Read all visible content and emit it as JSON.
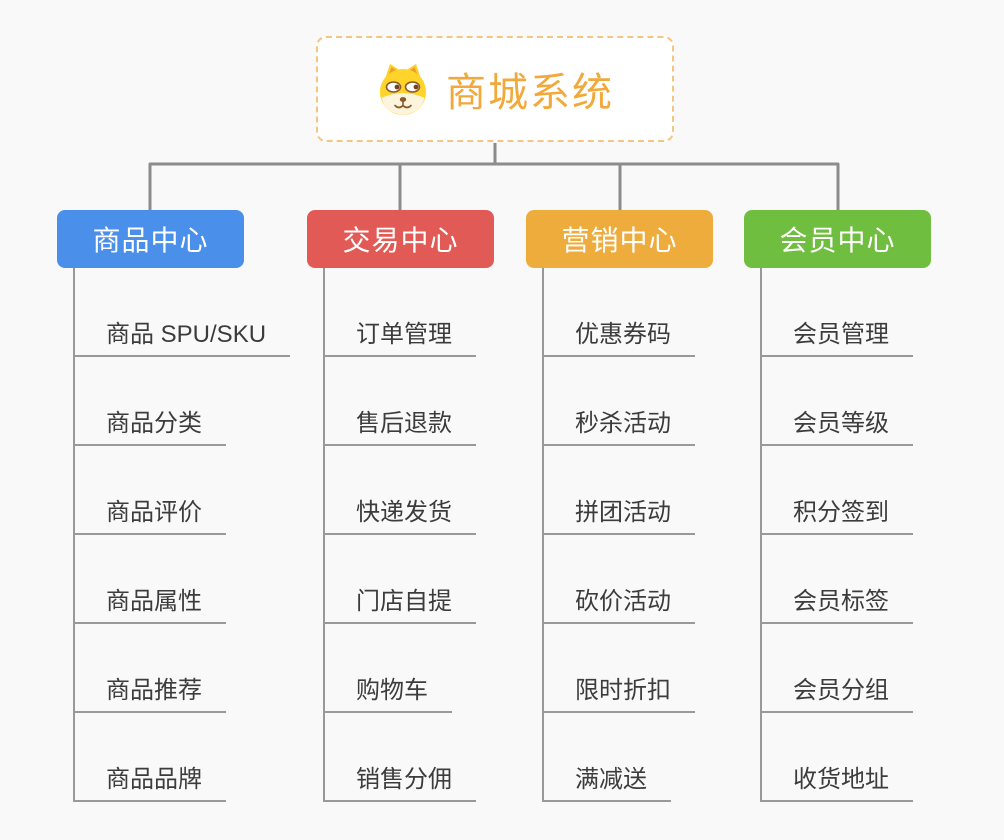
{
  "root": {
    "title": "商城系统",
    "icon": "dog-face-icon"
  },
  "branches": [
    {
      "label": "商品中心",
      "color": "#4a8fe9",
      "children": [
        "商品 SPU/SKU",
        "商品分类",
        "商品评价",
        "商品属性",
        "商品推荐",
        "商品品牌"
      ]
    },
    {
      "label": "交易中心",
      "color": "#e25a55",
      "children": [
        "订单管理",
        "售后退款",
        "快递发货",
        "门店自提",
        "购物车",
        "销售分佣"
      ]
    },
    {
      "label": "营销中心",
      "color": "#edac3c",
      "children": [
        "优惠券码",
        "秒杀活动",
        "拼团活动",
        "砍价活动",
        "限时折扣",
        "满减送"
      ]
    },
    {
      "label": "会员中心",
      "color": "#6fbe3f",
      "children": [
        "会员管理",
        "会员等级",
        "积分签到",
        "会员标签",
        "会员分组",
        "收货地址"
      ]
    }
  ],
  "colors": {
    "background": "#f9f9f9",
    "connector": "#8c8c8c",
    "line": "#999999",
    "text": "#3c3c3c",
    "root_accent": "#f2a93b",
    "root_border": "#f6c57f"
  }
}
